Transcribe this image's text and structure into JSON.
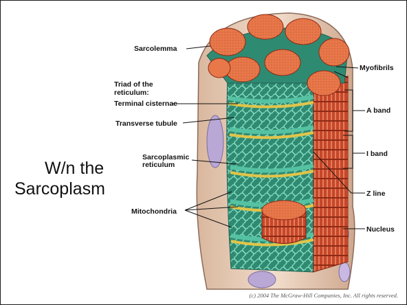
{
  "labels": {
    "sarcolemma": "Sarcolemma",
    "triad_line1": "Triad of the",
    "triad_line2": "reticulum:",
    "terminal_cisternae": "Terminal cisternae",
    "transverse_tubule": "Transverse tubule",
    "sr_line1": "Sarcoplasmic",
    "sr_line2": "reticulum",
    "mitochondria": "Mitochondria",
    "myofibrils": "Myofibrils",
    "a_band": "A band",
    "i_band": "I band",
    "z_line": "Z line",
    "nucleus": "Nucleus"
  },
  "caption": {
    "line1": "W/n the",
    "line2": "Sarcoplasm"
  },
  "copyright": "(c) 2004 The McGraw-Hill Companies, Inc. All rights reserved.",
  "colors": {
    "myofibril_end": "#e8784a",
    "myofibril_side": "#c8462a",
    "reticulum": "#3aa58a",
    "tubule": "#e0c44a",
    "sarcolemma": "#e8cdb8",
    "nucleus": "#b9a8d6"
  }
}
